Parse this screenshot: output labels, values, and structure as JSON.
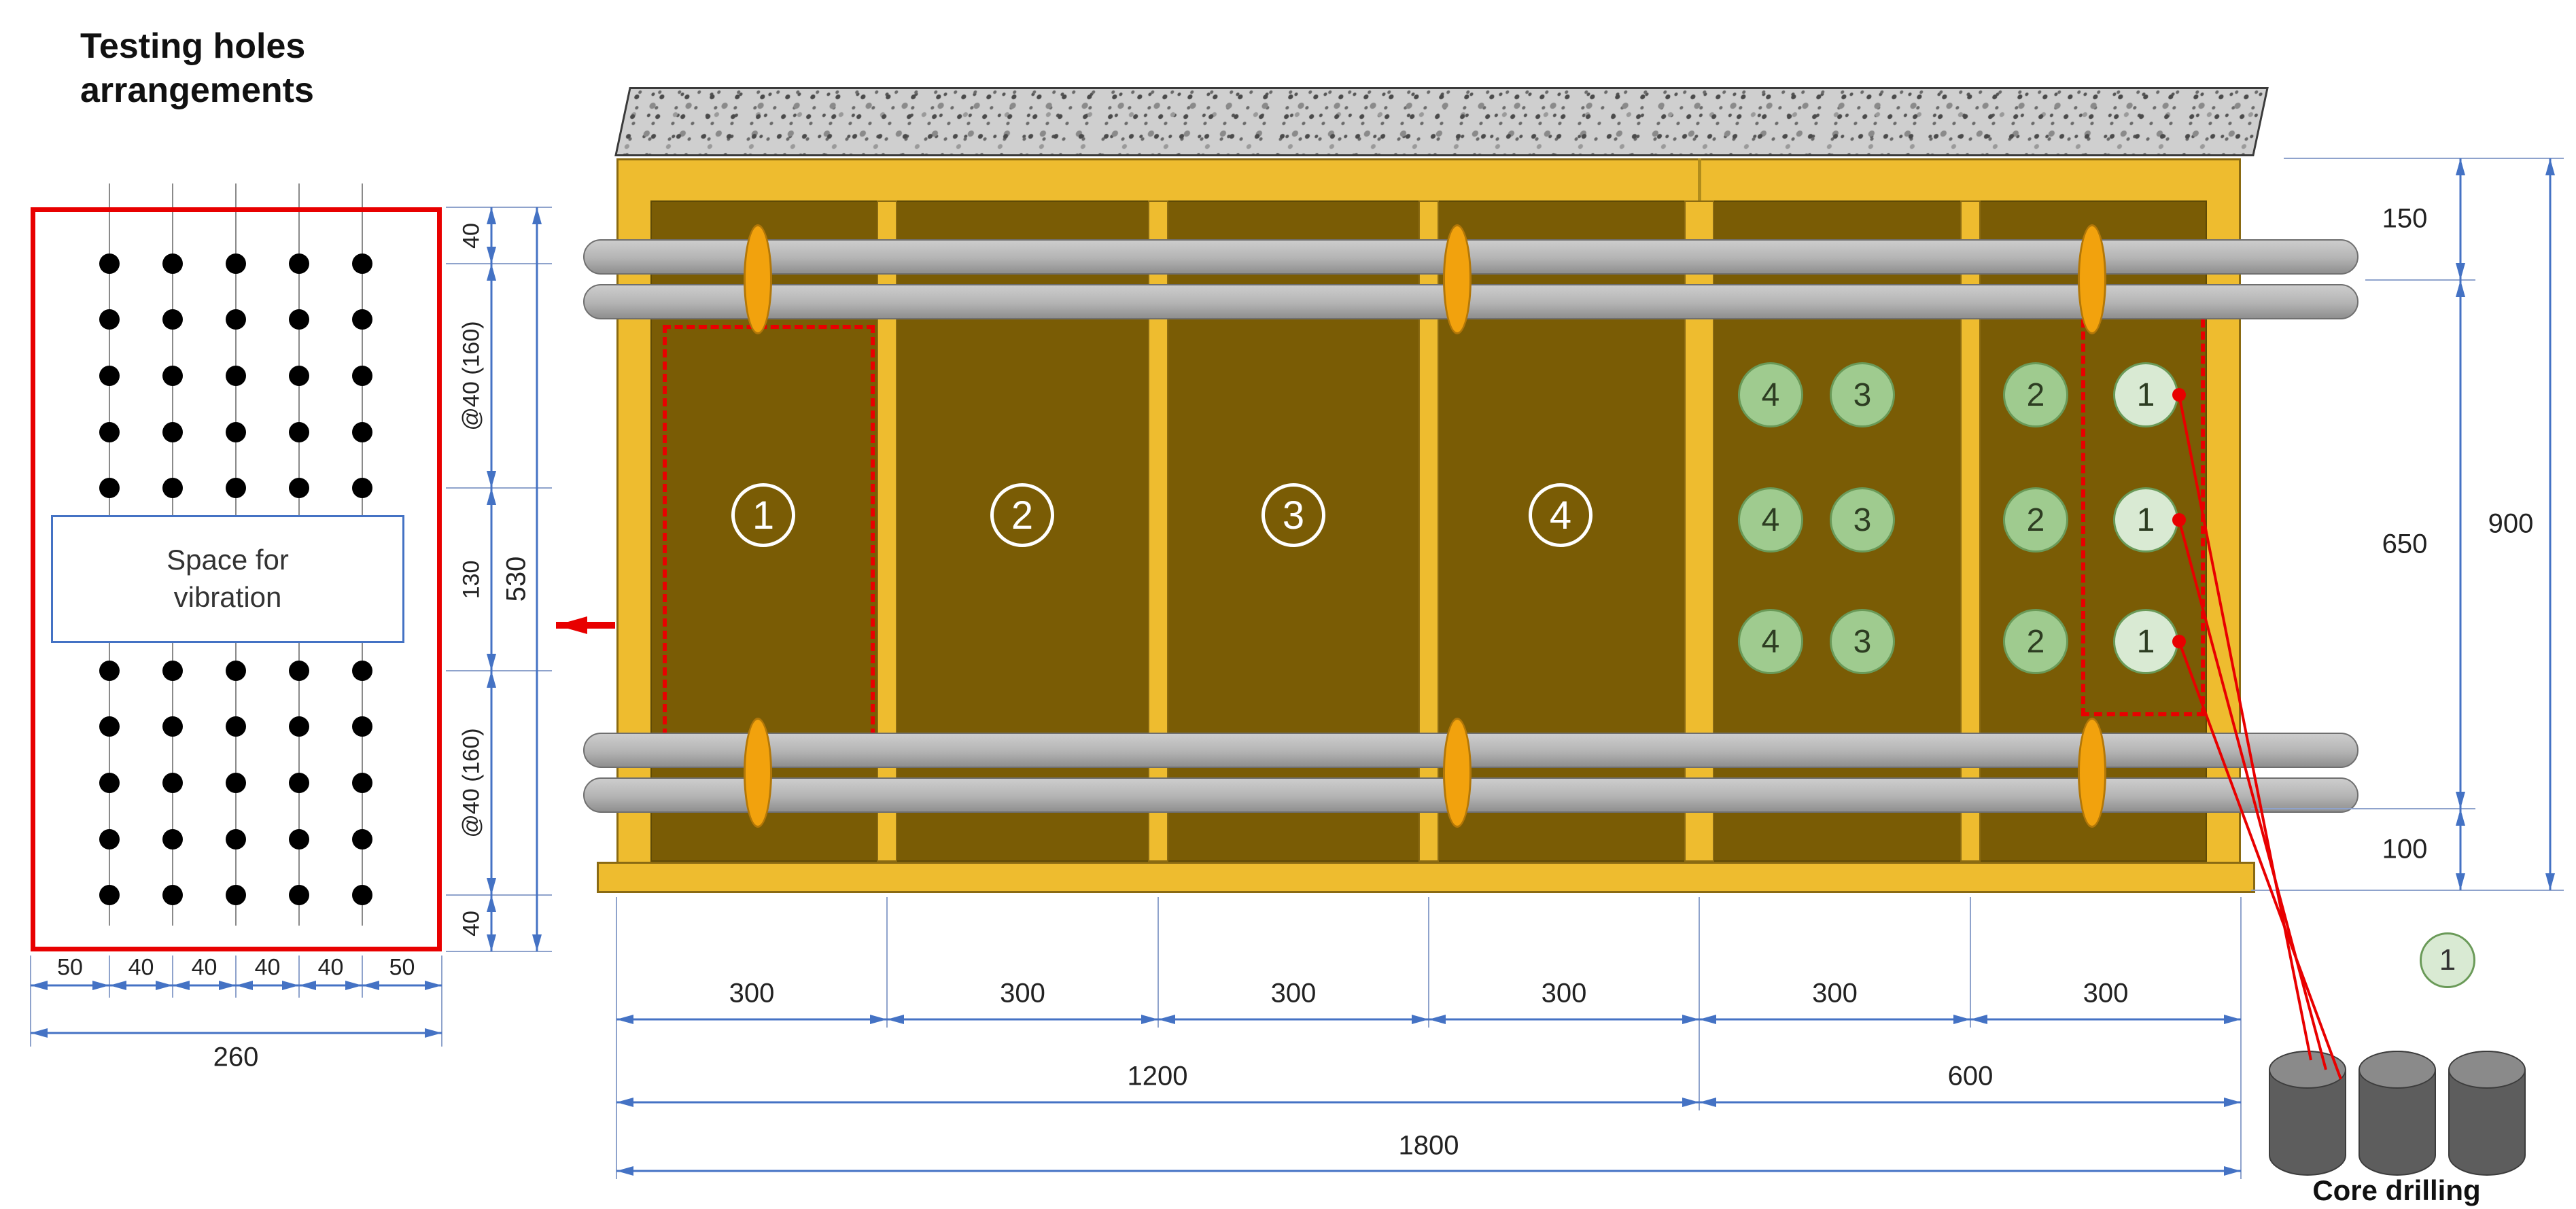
{
  "left_panel": {
    "title": "Testing holes\narrangements",
    "space_label": "Space for\nvibration",
    "v_dims": [
      "40",
      "@40 (160)",
      "130",
      "@40 (160)",
      "40"
    ],
    "v_total": "530",
    "h_dims": [
      "50",
      "40",
      "40",
      "40",
      "40",
      "50"
    ],
    "h_total": "260",
    "grid": {
      "columns": 5,
      "top_rows": 5,
      "bottom_rows": 5
    }
  },
  "formwork": {
    "panel_numbers": [
      "1",
      "2",
      "3",
      "4"
    ],
    "core_columns": [
      "4",
      "3",
      "2",
      "1"
    ],
    "core_rows": 3,
    "legend_circle": "1",
    "core_drilling_label": "Core drilling"
  },
  "dims": {
    "bottom_row1": [
      "300",
      "300",
      "300",
      "300",
      "300",
      "300"
    ],
    "bottom_row2": [
      "1200",
      "600"
    ],
    "bottom_row3": "1800",
    "right_segments": [
      "150",
      "650",
      "100"
    ],
    "right_total": "900"
  },
  "colors": {
    "formwork_yellow": "#eebc2f",
    "panel_brown": "#7a5c05",
    "accent_red": "#e80000",
    "dimension_blue": "#4472c4",
    "core_green": "#9fcb8f",
    "core_green_light": "#d9ead3",
    "clamp_orange": "#f2a20d",
    "bar_gray": "#b3b3b3"
  }
}
